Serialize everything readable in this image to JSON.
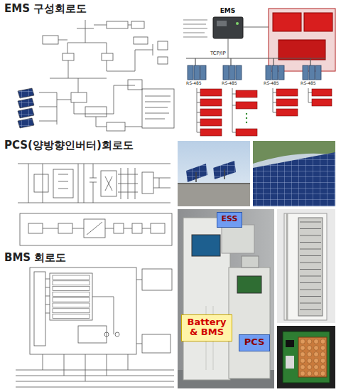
{
  "diagram": {
    "nodes": [
      {
        "text": [
          "EMS"
        ]
      },
      {
        "text": [
          "ESS"
        ]
      },
      {
        "text": [
          "Battery & BMS"
        ]
      },
      {
        "text": [
          "PCS"
        ]
      }
    ],
    "labels": [
      "EMS 구성회로도",
      "PCS(양방향인버터)회로도",
      "BMS 회로도",
      "TCP/IP",
      "RS-485",
      "RS-485",
      "RS-485",
      "RS-485"
    ]
  }
}
